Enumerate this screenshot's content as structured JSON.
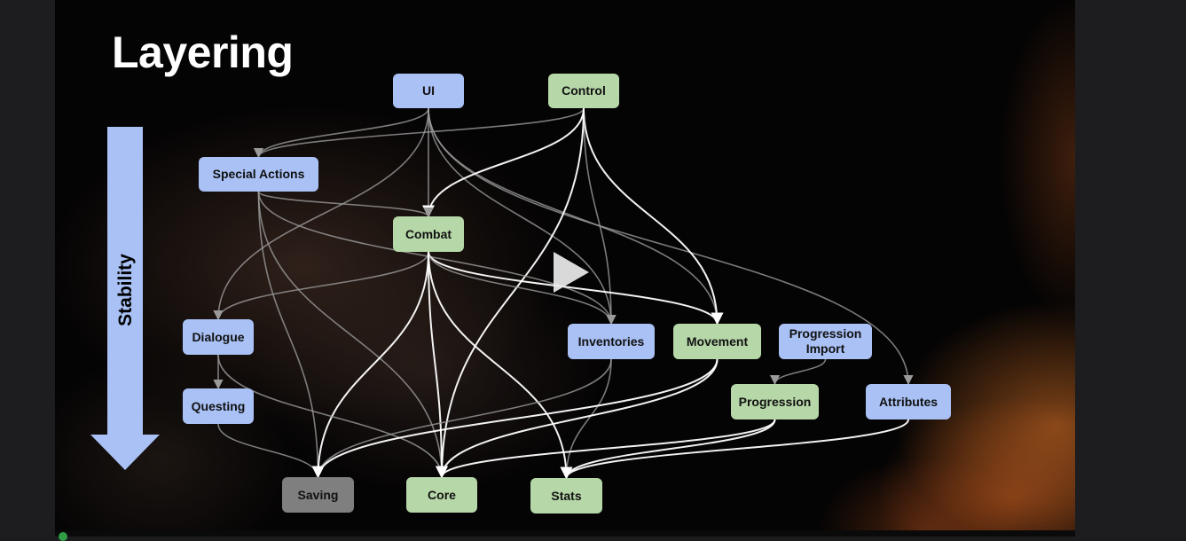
{
  "slide": {
    "title": "Layering",
    "stability_label": "Stability"
  },
  "nodes": {
    "ui": "UI",
    "control": "Control",
    "special_actions": "Special Actions",
    "combat": "Combat",
    "dialogue": "Dialogue",
    "questing": "Questing",
    "inventories": "Inventories",
    "movement": "Movement",
    "progression_import": "Progression\nImport",
    "progression": "Progression",
    "attributes": "Attributes",
    "saving": "Saving",
    "core": "Core",
    "stats": "Stats"
  },
  "colors": {
    "blue_node": "#a9c1f5",
    "green_node": "#b6d7a8",
    "grey_node": "#7f7f7f",
    "edge_white": "#ffffff",
    "edge_grey": "#9a9a9a"
  },
  "edges": [
    [
      "ui",
      "special_actions"
    ],
    [
      "ui",
      "combat"
    ],
    [
      "ui",
      "dialogue"
    ],
    [
      "ui",
      "inventories"
    ],
    [
      "ui",
      "movement"
    ],
    [
      "ui",
      "attributes"
    ],
    [
      "control",
      "special_actions"
    ],
    [
      "control",
      "combat"
    ],
    [
      "control",
      "movement"
    ],
    [
      "control",
      "inventories"
    ],
    [
      "control",
      "core"
    ],
    [
      "special_actions",
      "combat"
    ],
    [
      "special_actions",
      "inventories"
    ],
    [
      "special_actions",
      "saving"
    ],
    [
      "special_actions",
      "core"
    ],
    [
      "combat",
      "movement"
    ],
    [
      "combat",
      "inventories"
    ],
    [
      "combat",
      "dialogue"
    ],
    [
      "combat",
      "saving"
    ],
    [
      "combat",
      "core"
    ],
    [
      "combat",
      "stats"
    ],
    [
      "dialogue",
      "questing"
    ],
    [
      "dialogue",
      "core"
    ],
    [
      "questing",
      "saving"
    ],
    [
      "inventories",
      "saving"
    ],
    [
      "inventories",
      "stats"
    ],
    [
      "movement",
      "saving"
    ],
    [
      "movement",
      "core"
    ],
    [
      "progression_import",
      "progression"
    ],
    [
      "progression",
      "core"
    ],
    [
      "progression",
      "stats"
    ],
    [
      "attributes",
      "stats"
    ]
  ]
}
